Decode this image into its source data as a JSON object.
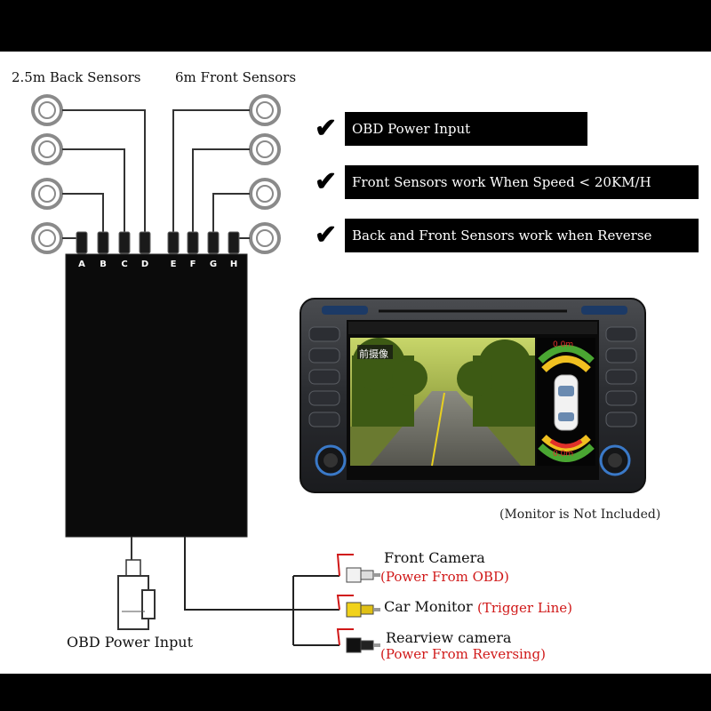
{
  "sensors": {
    "back_label": "2.5m Back Sensors",
    "front_label": "6m Front Sensors",
    "connector_letters": [
      "A",
      "B",
      "C",
      "D",
      "E",
      "F",
      "G",
      "H"
    ]
  },
  "features": [
    {
      "text": "OBD Power Input"
    },
    {
      "text": "Front Sensors work When Speed < 20KM/H"
    },
    {
      "text": "Back and Front Sensors work when Reverse"
    }
  ],
  "monitor": {
    "osd_label": "前摄像",
    "distance_top": "0.0m",
    "distance_bottom": "0.0m",
    "note": "(Monitor is Not Included)"
  },
  "obd_label": "OBD Power Input",
  "cables": [
    {
      "name": "Front Camera",
      "sub": "(Power From OBD)"
    },
    {
      "name": "Car Monitor",
      "sub": "(Trigger Line)"
    },
    {
      "name": "Rearview camera",
      "sub": "(Power From Reversing)"
    }
  ],
  "colors": {
    "background": "#ffffff",
    "frame": "#000000",
    "red_text": "#d01818",
    "rca_white": "#f2f2f2",
    "rca_yellow": "#f1d21a",
    "rca_black": "#111111",
    "park_green": "#4aa632",
    "park_yellow": "#f0c020",
    "park_red": "#e0302a"
  }
}
